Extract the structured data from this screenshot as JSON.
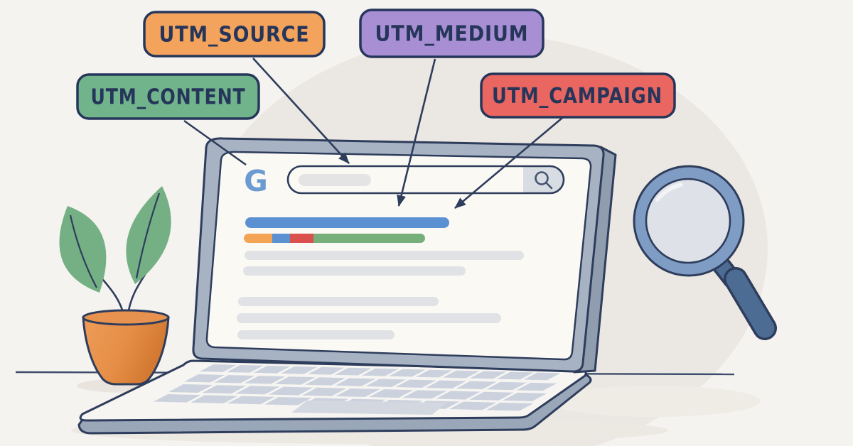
{
  "page": {
    "title": "UTM parameters highlighted on a Google search result (laptop illustration)"
  },
  "callouts": {
    "source": {
      "label": "UTM_SOURCE",
      "color": "#F3A35B"
    },
    "medium": {
      "label": "UTM_MEDIUM",
      "color": "#A88FD4"
    },
    "content": {
      "label": "UTM_CONTENT",
      "color": "#71B48C"
    },
    "campaign": {
      "label": "UTM_CAMPAIGN",
      "color": "#EA6660"
    }
  },
  "browser": {
    "logo_letter": "G",
    "logo_color": "#6C9BD2",
    "search_input_value": "",
    "result": {
      "title_bar_color": "#5B90D2",
      "url_segment_colors": [
        "#F3A455",
        "#5B90D2",
        "#D9504C",
        "#76AF7A"
      ],
      "text_bar_color": "#E1E2E6",
      "text_bar_count": 5
    }
  },
  "theme": {
    "outline_navy": "#2E3D5C",
    "background": "#F5F3F0",
    "blob": "#EBE7E2",
    "laptop_bezel": "#A7B3C3",
    "laptop_base_side": "#9AA7B9",
    "screen_fill": "#FBF9F4",
    "key_fill": "#CBD2DE",
    "pot_orange": "#E8924F",
    "leaf_green": "#74B083",
    "magnifier_rim": "#7F9DC4",
    "magnifier_lens": "#DEE1E7",
    "magnifier_handle": "#4C6C93"
  }
}
